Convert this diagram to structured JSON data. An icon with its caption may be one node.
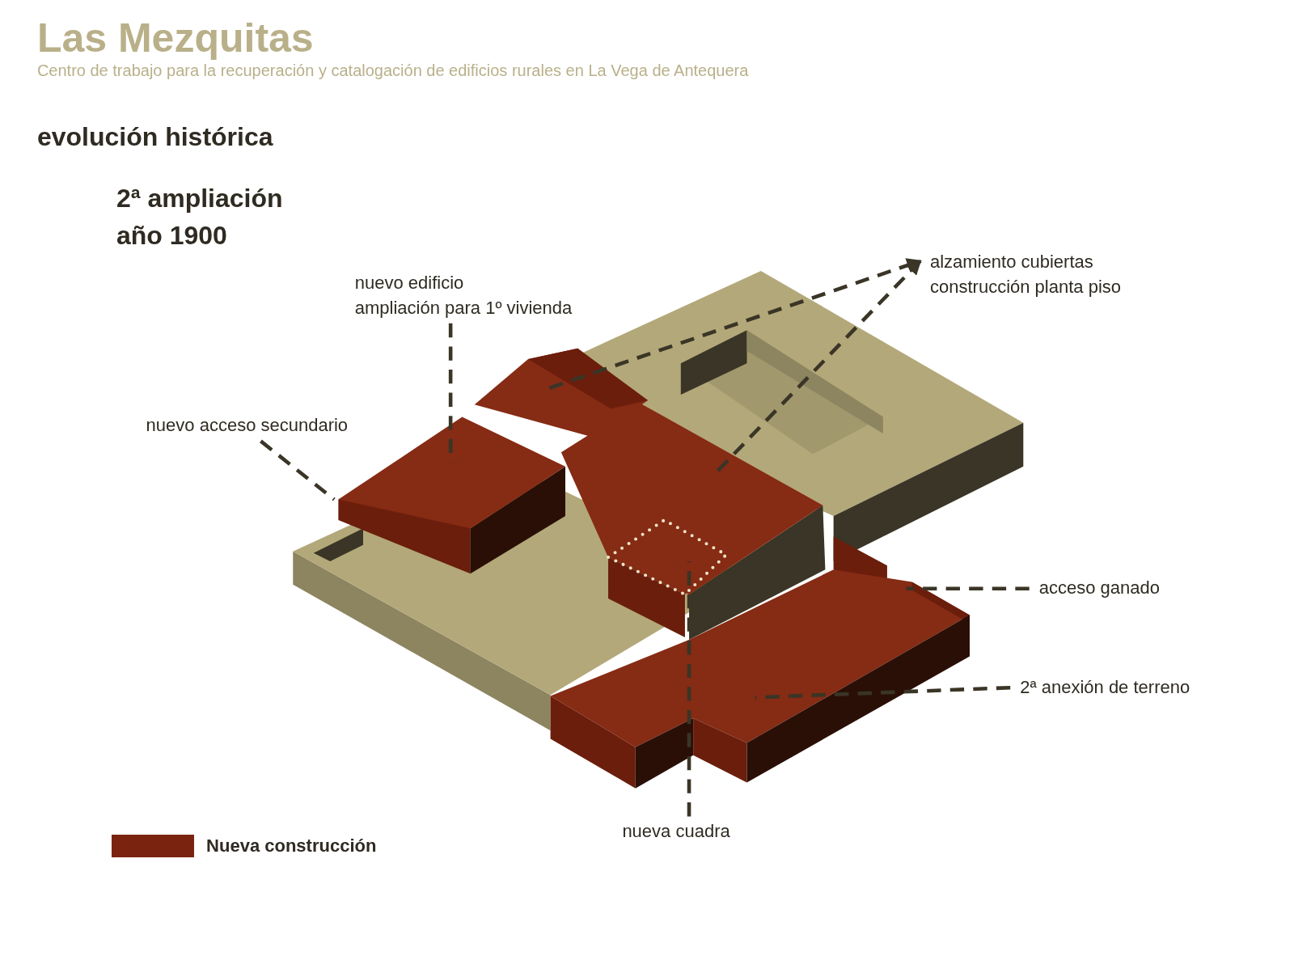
{
  "diagram": {
    "title": "Las Mezquitas",
    "nodes": [
      {
        "text": [
          "nuevo edificio",
          "ampliación para 1º vivienda"
        ]
      },
      {
        "text": [
          "nuevo acceso secundario"
        ]
      },
      {
        "text": [
          "alzamiento cubiertas",
          "construcción planta piso"
        ]
      },
      {
        "text": [
          "acceso ganado"
        ]
      },
      {
        "text": [
          "2ª anexión de terreno"
        ]
      },
      {
        "text": [
          "nueva cuadra"
        ]
      }
    ],
    "edges": [
      {
        "from": 0,
        "to": null,
        "arrow": "none",
        "style": "dashed"
      },
      {
        "from": 1,
        "to": null,
        "arrow": "none",
        "style": "dashed"
      },
      {
        "from": null,
        "to": 2,
        "arrow": "to",
        "style": "dashed"
      },
      {
        "from": null,
        "to": 2,
        "arrow": "to",
        "style": "dashed"
      },
      {
        "from": 3,
        "to": null,
        "arrow": "none",
        "style": "dashed"
      },
      {
        "from": 4,
        "to": null,
        "arrow": "none",
        "style": "dashed"
      },
      {
        "from": 5,
        "to": null,
        "arrow": "none",
        "style": "dashed"
      }
    ],
    "labels": [
      "Centro de trabajo para la recuperación y catalogación de edificios rurales en La Vega de Antequera",
      "evolución histórica",
      "2ª ampliación",
      "año 1900"
    ],
    "legend": [
      {
        "text": "Nueva construcción",
        "color": "#7a2410"
      }
    ]
  }
}
